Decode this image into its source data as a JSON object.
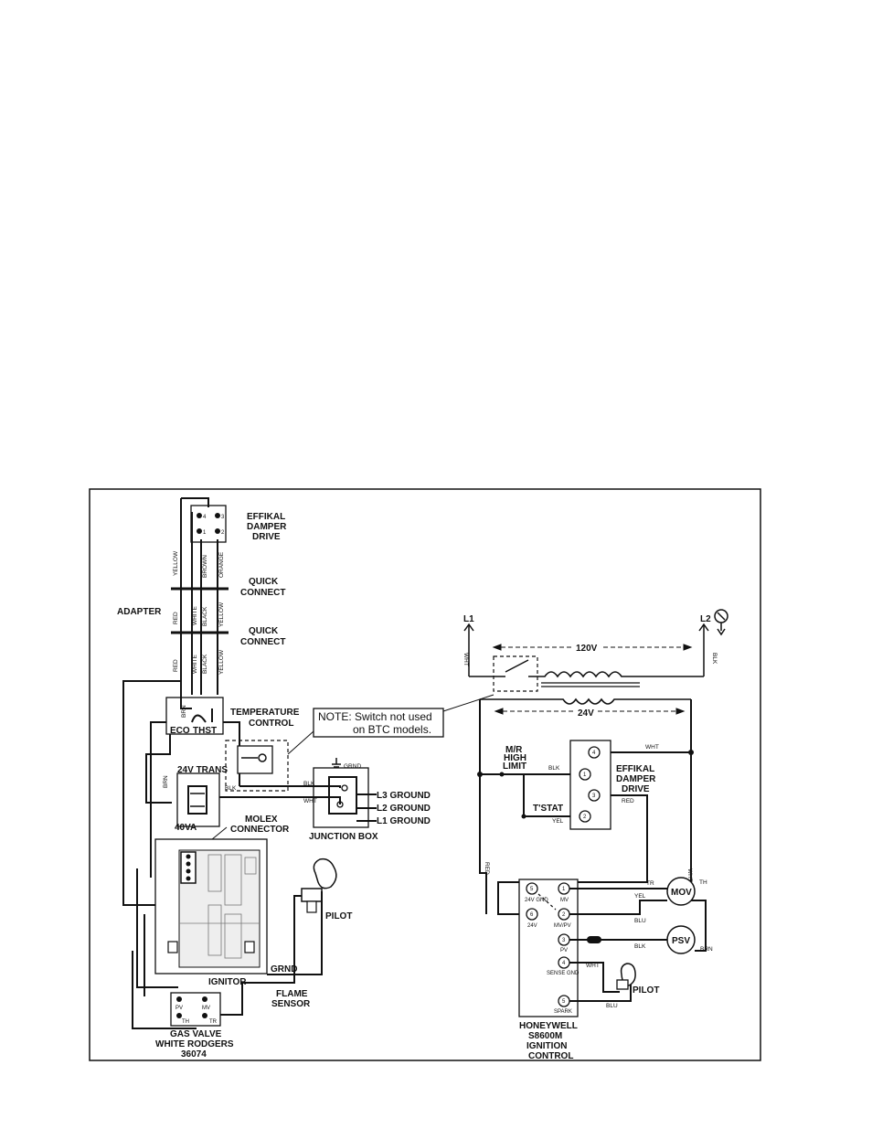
{
  "left": {
    "effikal_top": [
      "EFFIKAL",
      "DAMPER",
      "DRIVE"
    ],
    "quick_connect": [
      "QUICK",
      "CONNECT"
    ],
    "adapter": "ADAPTER",
    "temperature_control": [
      "TEMPERATURE",
      "CONTROL"
    ],
    "eco": "ECO",
    "thst": "THST",
    "brn": "BRN",
    "trans_24v": "24V TRANS",
    "va40": "40VA",
    "molex": [
      "MOLEX",
      "CONNECTOR"
    ],
    "junction_box": "JUNCTION BOX",
    "grnd": "GRND",
    "blk": "BLK",
    "wht": "WHT",
    "ground_labels": [
      "L3 GROUND",
      "L2 GROUND",
      "L1 GROUND"
    ],
    "pilot": "PILOT",
    "ignitor": "IGNITOR",
    "flame_sensor": [
      "FLAME",
      "SENSOR"
    ],
    "gas_valve": [
      "GAS VALVE",
      "WHITE RODGERS",
      "36074"
    ],
    "valve_terms": [
      "PV",
      "MV",
      "TH",
      "TR"
    ],
    "wire_col1": [
      "YELLOW",
      "RED",
      "RED"
    ],
    "wire_col2": [
      "WHITE",
      "WHITE"
    ],
    "wire_col3": [
      "BROWN",
      "BLACK",
      "BLACK"
    ],
    "wire_col4": [
      "ORANGE",
      "YELLOW",
      "YELLOW"
    ],
    "terminal_nums": [
      "4",
      "3",
      "1",
      "2"
    ]
  },
  "note": [
    "NOTE: Switch not used",
    "on BTC models."
  ],
  "right": {
    "l1": "L1",
    "l2": "L2",
    "v120": "120V",
    "v24": "24V",
    "mr_high_limit": [
      "M/R",
      "HIGH",
      "LIMIT"
    ],
    "tstat": "T'STAT",
    "effikal": [
      "EFFIKAL",
      "DAMPER",
      "DRIVE"
    ],
    "effikal_terms": [
      "4",
      "1",
      "3",
      "2"
    ],
    "wires": {
      "wht": "WHT",
      "blk": "BLK",
      "red": "RED",
      "yel": "YEL",
      "blu": "BLU",
      "brn": "BRN",
      "tr": "TR",
      "th": "TH"
    },
    "mov": "MOV",
    "psv": "PSV",
    "honeywell": [
      "HONEYWELL",
      "S8600M",
      "IGNITION",
      "CONTROL"
    ],
    "hw_terms_left": [
      "5",
      "6"
    ],
    "hw_terms_right": [
      "1",
      "2",
      "3",
      "4",
      "5"
    ],
    "hw_sub": [
      "24V GND",
      "24V",
      "MV",
      "MV/PV",
      "PV",
      "SENSE GND",
      "SPARK"
    ],
    "pilot": "PILOT"
  }
}
